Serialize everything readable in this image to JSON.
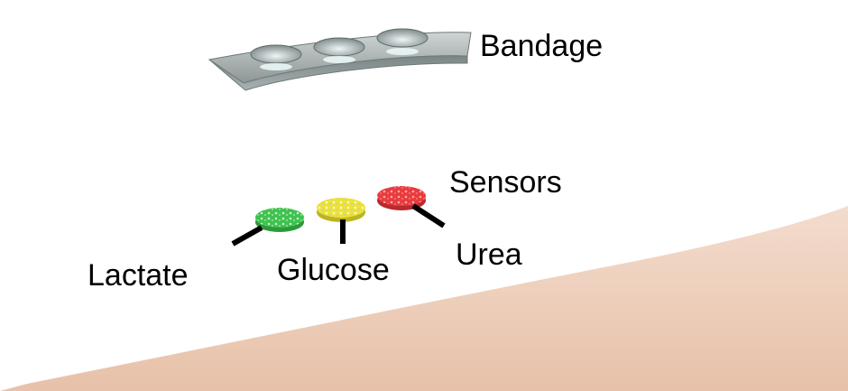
{
  "labels": {
    "bandage": "Bandage",
    "sensors": "Sensors",
    "lactate": "Lactate",
    "glucose": "Glucose",
    "urea": "Urea"
  },
  "colors": {
    "skin": "#f0d3c1",
    "bandage": "#9aa3a3",
    "lactate_sensor": "#5fd36a",
    "glucose_sensor": "#f2ec6a",
    "urea_sensor": "#f0585a"
  },
  "bandage_well_count": 3
}
